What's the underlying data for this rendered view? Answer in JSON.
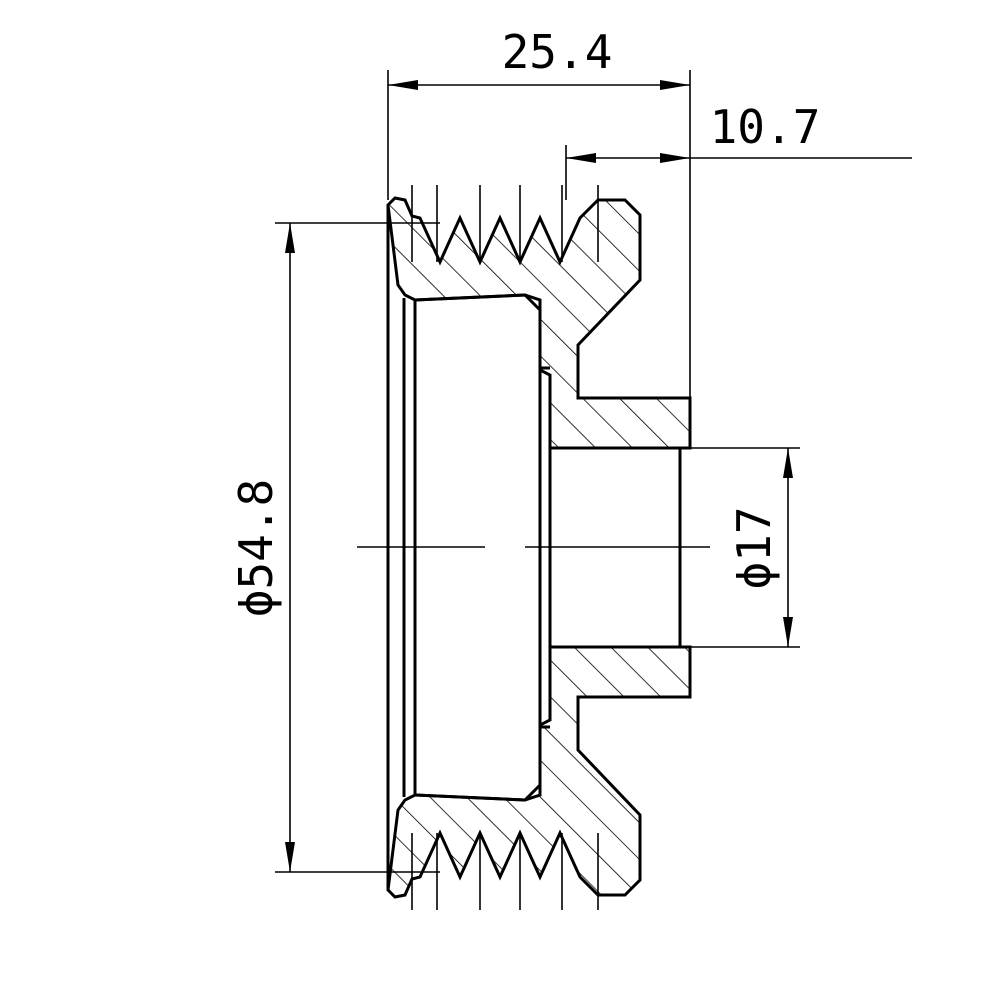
{
  "dimensions": {
    "overall_length": "25.4",
    "hub_length": "10.7",
    "outer_diameter": "ϕ54.8",
    "bore_diameter": "ϕ17"
  }
}
